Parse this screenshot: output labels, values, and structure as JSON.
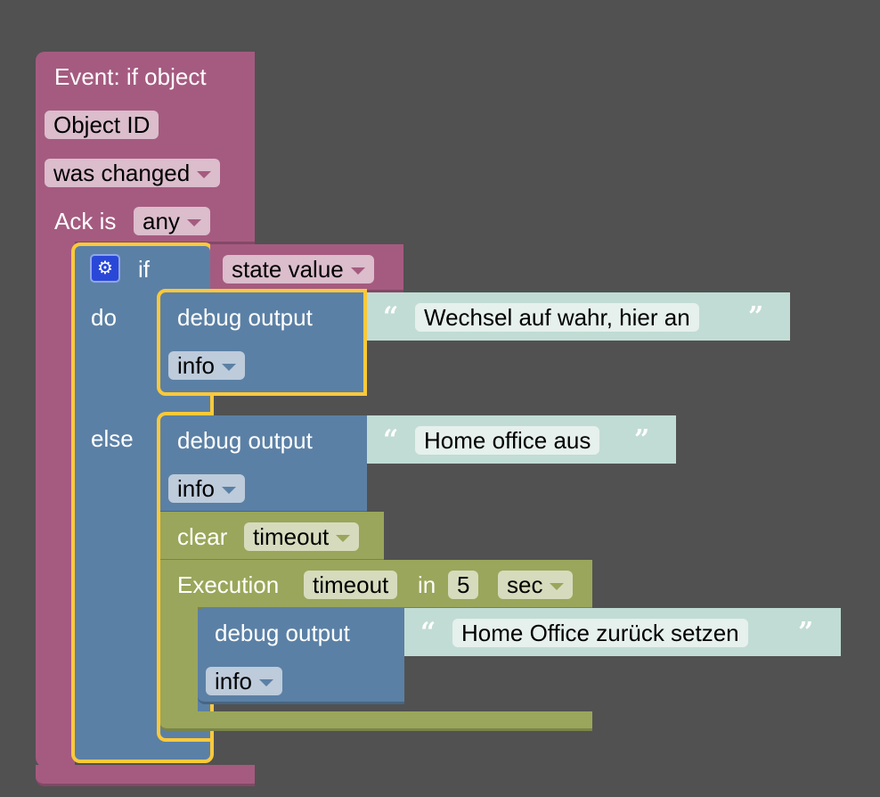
{
  "event_block": {
    "title": "Event: if object",
    "object_id": "Object ID",
    "trigger": "was changed",
    "ack_label": "Ack is",
    "ack_value": "any"
  },
  "if_block": {
    "gear_icon": "gear-icon",
    "if_label": "if",
    "do_label": "do",
    "else_label": "else",
    "condition": "state value"
  },
  "debug1": {
    "label": "debug output",
    "level": "info",
    "text": "Wechsel auf wahr, hier an"
  },
  "debug2": {
    "label": "debug output",
    "level": "info",
    "text": "Home office aus"
  },
  "clear_block": {
    "label": "clear",
    "value": "timeout"
  },
  "exec_block": {
    "label": "Execution",
    "name": "timeout",
    "in_label": "in",
    "amount": "5",
    "unit": "sec"
  },
  "debug3": {
    "label": "debug output",
    "level": "info",
    "text": "Home Office zurück setzen"
  },
  "quotes": {
    "open": "“",
    "close": "”"
  },
  "colors": {
    "event": "#a55b80",
    "logic": "#5b80a5",
    "timer": "#9aa65b",
    "text": "#c1dcd4",
    "highlight": "#fbc93a"
  }
}
